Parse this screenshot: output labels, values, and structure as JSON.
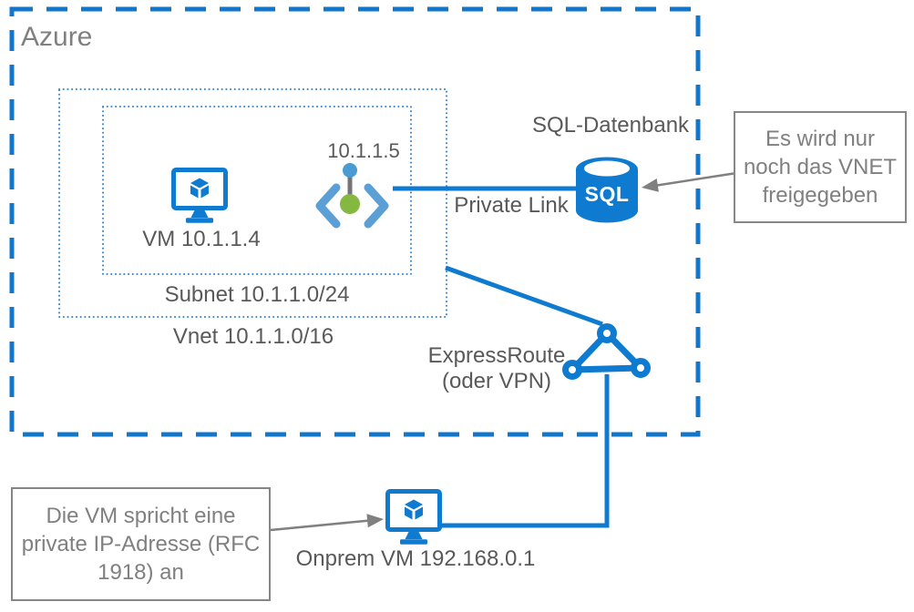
{
  "diagram": {
    "azure_label": "Azure",
    "vnet_label": "Vnet 10.1.1.0/16",
    "subnet_label": "Subnet 10.1.1.0/24",
    "vm_label": "VM 10.1.1.4",
    "endpoint_ip": "10.1.1.5",
    "private_link_label": "Private Link",
    "sql_title": "SQL-Datenbank",
    "sql_icon_text": "SQL",
    "expressroute_line1": "ExpressRoute",
    "expressroute_line2": "(oder VPN)",
    "onprem_label": "Onprem VM 192.168.0.1"
  },
  "callouts": {
    "vnet_note": {
      "lines": [
        "Es wird nur",
        "noch das VNET",
        "freigegeben"
      ]
    },
    "rfc_note": {
      "lines": [
        "Die VM spricht eine",
        "private IP-Adresse (RFC",
        "1918) an"
      ]
    }
  },
  "colors": {
    "azure_border_blue": "#1277cb",
    "connector_blue": "#0f7bd0",
    "bracket_blue": "#5b9fd4",
    "endpoint_dot_blue": "#4a9bd2",
    "endpoint_green": "#84b841",
    "label_gray": "#595959",
    "muted_gray": "#808080"
  }
}
